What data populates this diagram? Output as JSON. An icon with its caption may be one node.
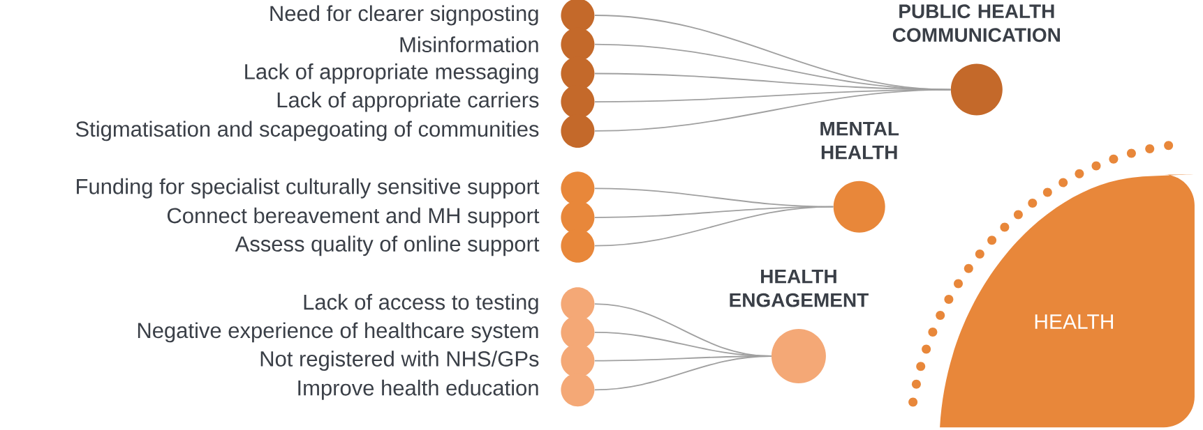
{
  "diagram": {
    "nodes": [
      {
        "text": [
          "Need for clearer signposting"
        ]
      },
      {
        "text": [
          "Misinformation"
        ]
      },
      {
        "text": [
          "Lack of appropriate messaging"
        ]
      },
      {
        "text": [
          "Lack of appropriate carriers"
        ]
      },
      {
        "text": [
          "Stigmatisation and scapegoating of communities"
        ]
      },
      {
        "text": [
          "PUBLIC HEALTH COMMUNICATION"
        ]
      },
      {
        "text": [
          "Funding for specialist culturally sensitive support"
        ]
      },
      {
        "text": [
          "Connect bereavement and MH support"
        ]
      },
      {
        "text": [
          "Assess quality of online support"
        ]
      },
      {
        "text": [
          "MENTAL HEALTH"
        ]
      },
      {
        "text": [
          "Lack of access to testing"
        ]
      },
      {
        "text": [
          "Negative experience of healthcare system"
        ]
      },
      {
        "text": [
          "Not registered with NHS/GPs"
        ]
      },
      {
        "text": [
          "Improve health education"
        ]
      },
      {
        "text": [
          "HEALTH ENGAGEMENT"
        ]
      },
      {
        "text": [
          "HEALTH"
        ]
      }
    ],
    "edges": [
      {
        "from": 0,
        "to": 5,
        "arrow": "none"
      },
      {
        "from": 1,
        "to": 5,
        "arrow": "none"
      },
      {
        "from": 2,
        "to": 5,
        "arrow": "none"
      },
      {
        "from": 3,
        "to": 5,
        "arrow": "none"
      },
      {
        "from": 4,
        "to": 5,
        "arrow": "none"
      },
      {
        "from": 6,
        "to": 9,
        "arrow": "none"
      },
      {
        "from": 7,
        "to": 9,
        "arrow": "none"
      },
      {
        "from": 8,
        "to": 9,
        "arrow": "none"
      },
      {
        "from": 10,
        "to": 14,
        "arrow": "none"
      },
      {
        "from": 11,
        "to": 14,
        "arrow": "none"
      },
      {
        "from": 12,
        "to": 14,
        "arrow": "none"
      },
      {
        "from": 13,
        "to": 14,
        "arrow": "none"
      }
    ]
  }
}
